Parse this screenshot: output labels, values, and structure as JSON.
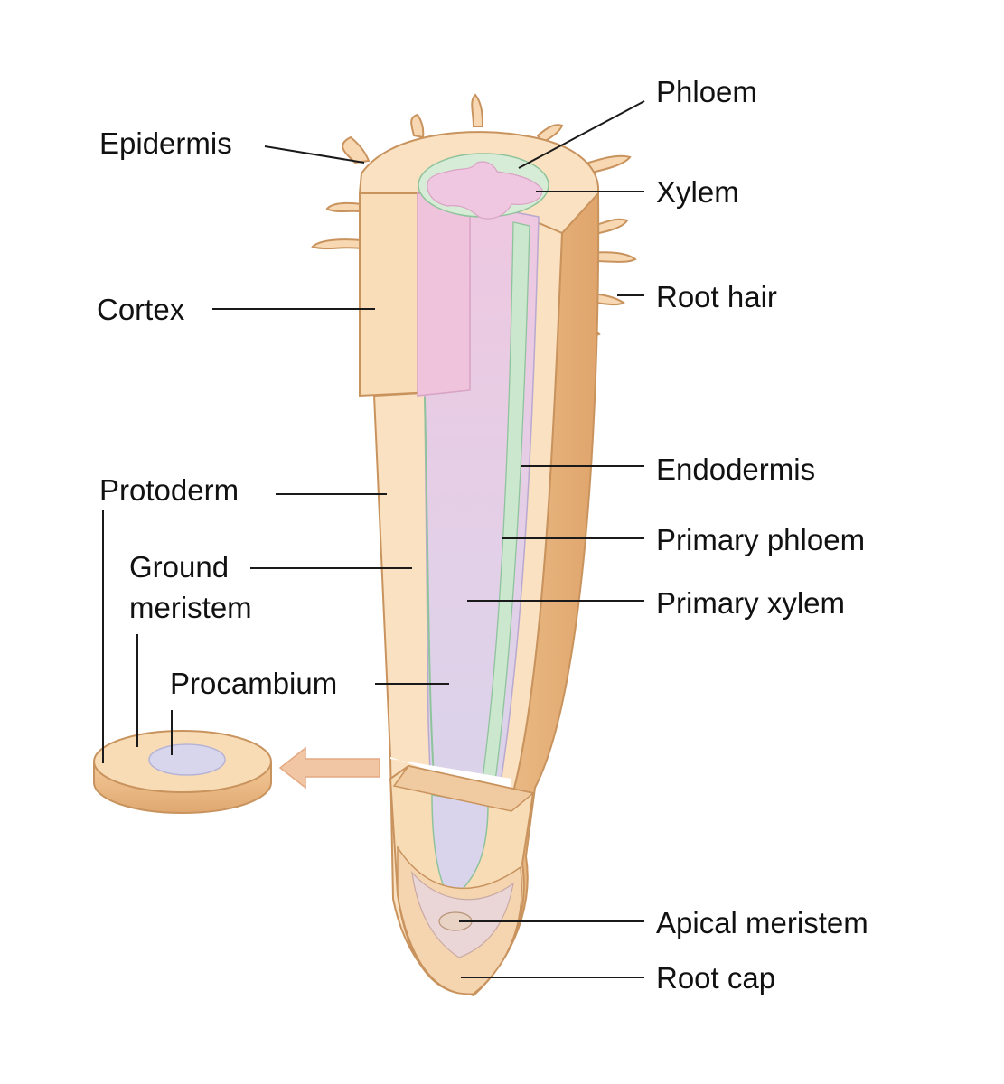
{
  "labels": {
    "phloem": "Phloem",
    "epidermis": "Epidermis",
    "xylem": "Xylem",
    "root_hair": "Root hair",
    "cortex": "Cortex",
    "endodermis": "Endodermis",
    "protoderm": "Protoderm",
    "primary_phloem": "Primary phloem",
    "ground": "Ground",
    "meristem": "meristem",
    "primary_xylem": "Primary xylem",
    "procambium": "Procambium",
    "apical_meristem": "Apical meristem",
    "root_cap": "Root cap"
  },
  "colors": {
    "tissue": "#f9e1c1",
    "tissue_shade": "#eab783",
    "outline": "#c9935e",
    "xylem_pink": "#eec5df",
    "phloem_green": "#bfe3c6",
    "procambium_lilac": "#d9d3ec",
    "arrow": "#f0c5a3"
  }
}
